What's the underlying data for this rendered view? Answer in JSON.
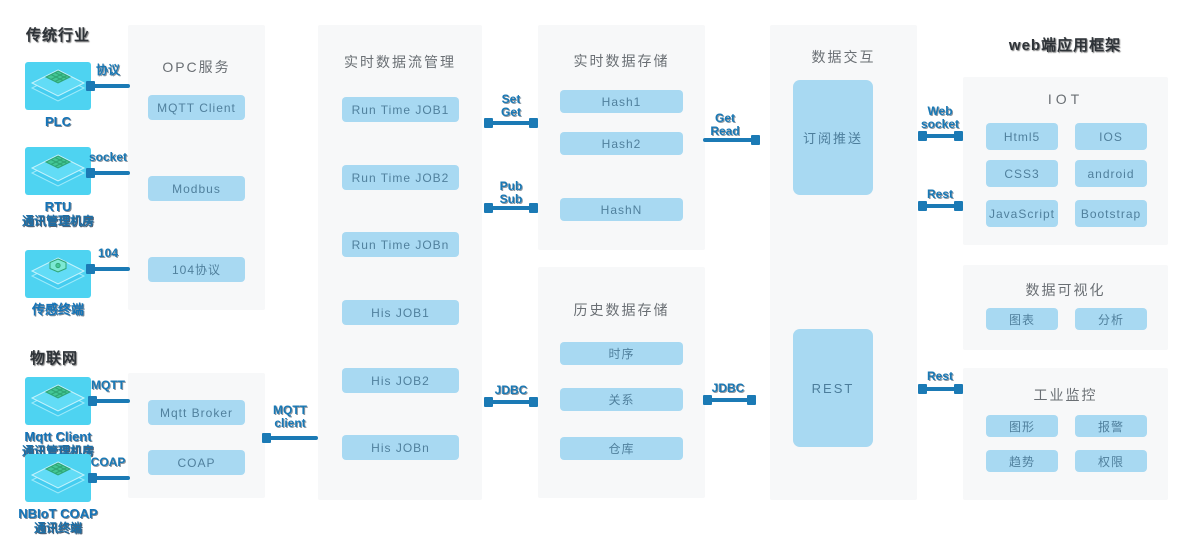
{
  "headers": {
    "traditional": "传统行业",
    "iot": "物联网",
    "web": "web端应用框架"
  },
  "devices": [
    {
      "name": "PLC",
      "sub": ""
    },
    {
      "name": "RTU",
      "sub": "通讯管理机房"
    },
    {
      "name": "传感终端",
      "sub": ""
    },
    {
      "name": "Mqtt Client",
      "sub": "通讯管理机房"
    },
    {
      "name": "NBIoT COAP",
      "sub": "通讯终端"
    }
  ],
  "panels": {
    "opc": {
      "title": "OPC服务",
      "buttons": [
        "MQTT Client",
        "Modbus",
        "104协议"
      ]
    },
    "iot_gateway": {
      "buttons": [
        "Mqtt Broker",
        "COAP"
      ]
    },
    "stream": {
      "title": "实时数据流管理",
      "buttons": [
        "Run Time JOB1",
        "Run Time JOB2",
        "Run Time JOBn",
        "His JOB1",
        "His JOB2",
        "His JOBn"
      ]
    },
    "realtime_store": {
      "title": "实时数据存储",
      "buttons": [
        "Hash1",
        "Hash2",
        "HashN"
      ]
    },
    "history_store": {
      "title": "历史数据存储",
      "buttons": [
        "时序",
        "关系",
        "仓库"
      ]
    },
    "interaction": {
      "title": "数据交互",
      "subscribe_box": "订阅推送",
      "rest_box": "REST"
    },
    "web_iot": {
      "title": "IOT",
      "buttons": [
        "Html5",
        "IOS",
        "CSS3",
        "android",
        "JavaScript",
        "Bootstrap"
      ]
    },
    "visualization": {
      "title": "数据可视化",
      "buttons": [
        "图表",
        "分析"
      ]
    },
    "monitoring": {
      "title": "工业监控",
      "buttons": [
        "图形",
        "报警",
        "趋势",
        "权限"
      ]
    }
  },
  "arrows": {
    "protocol": "协议",
    "socket": "socket",
    "iec104": "104",
    "mqtt": "MQTT",
    "coap": "COAP",
    "mqtt_client": {
      "l1": "MQTT",
      "l2": "client"
    },
    "set_get": {
      "l1": "Set",
      "l2": "Get"
    },
    "pub_sub": {
      "l1": "Pub",
      "l2": "Sub"
    },
    "get_read": {
      "l1": "Get",
      "l2": "Read"
    },
    "jdbc_left": "JDBC",
    "jdbc_right": "JDBC",
    "web_socket": {
      "l1": "Web",
      "l2": "socket"
    },
    "rest_top": "Rest",
    "rest_bottom": "Rest"
  },
  "colors": {
    "accent_blue": "#1b7ab5",
    "chip_fill": "#a8d9f2",
    "panel_fill": "#f7f8f9",
    "icon_cyan": "#4ed3f1"
  }
}
